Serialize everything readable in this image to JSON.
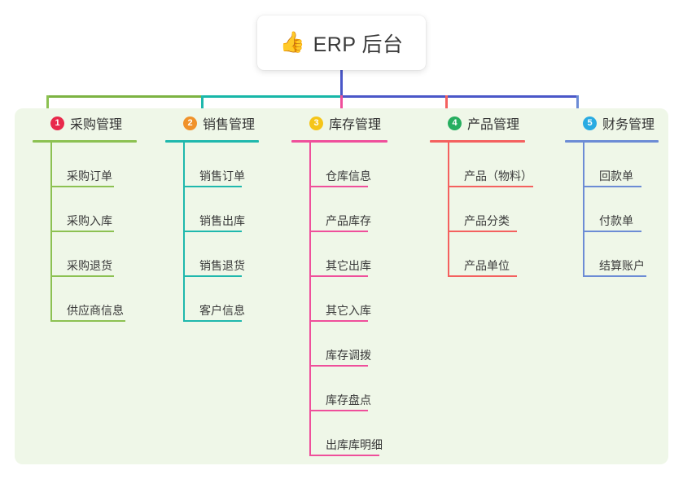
{
  "title": {
    "emoji": "👍",
    "emoji_name": "thumbs-up-icon",
    "text": "ERP 后台"
  },
  "theme": {
    "panel_background": "#eff7e8",
    "page_background": "#ffffff",
    "text_color": "#3a3a3a"
  },
  "connectors": {
    "segment_1_color": "#7cb342",
    "segment_2_color": "#17b7a8",
    "segment_3_color": "#4a57c8",
    "trunk_color": "#4a57c8"
  },
  "columns": [
    {
      "number": "1",
      "title": "采购管理",
      "badge_color": "#e8294b",
      "line_color": "#8cc152",
      "items": [
        {
          "label": "采购订单"
        },
        {
          "label": "采购入库"
        },
        {
          "label": "采购退货"
        },
        {
          "label": "供应商信息"
        }
      ]
    },
    {
      "number": "2",
      "title": "销售管理",
      "badge_color": "#f0922b",
      "line_color": "#1fb8ad",
      "items": [
        {
          "label": "销售订单"
        },
        {
          "label": "销售出库"
        },
        {
          "label": "销售退货"
        },
        {
          "label": "客户信息"
        }
      ]
    },
    {
      "number": "3",
      "title": "库存管理",
      "badge_color": "#f5c518",
      "line_color": "#ef4f9b",
      "items": [
        {
          "label": "仓库信息"
        },
        {
          "label": "产品库存"
        },
        {
          "label": "其它出库"
        },
        {
          "label": "其它入库"
        },
        {
          "label": "库存调拨"
        },
        {
          "label": "库存盘点"
        },
        {
          "label": "出库库明细"
        }
      ]
    },
    {
      "number": "4",
      "title": "产品管理",
      "badge_color": "#27ae60",
      "line_color": "#f4615f",
      "items": [
        {
          "label": "产品（物料）"
        },
        {
          "label": "产品分类"
        },
        {
          "label": "产品单位"
        }
      ]
    },
    {
      "number": "5",
      "title": "财务管理",
      "badge_color": "#29abe2",
      "line_color": "#6c8cd5",
      "items": [
        {
          "label": "回款单"
        },
        {
          "label": "付款单"
        },
        {
          "label": "结算账户"
        }
      ]
    }
  ]
}
